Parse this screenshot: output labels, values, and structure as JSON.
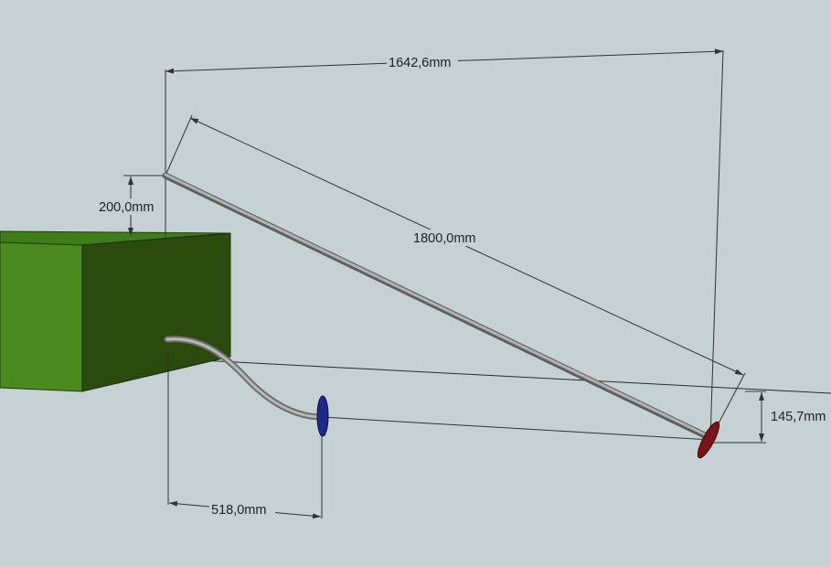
{
  "dimensions": {
    "top_width": "1642,6mm",
    "rod_length": "1800,0mm",
    "height_above_box": "200,0mm",
    "drop_right": "145,7mm",
    "hose_offset": "518,0mm"
  },
  "colors": {
    "background": "#c5d1d3",
    "box_top": "#3f7d1a",
    "box_front": "#4a8a1f",
    "box_side": "#2b4a0e",
    "rod": "#9a9a9a",
    "blue_disc": "#1c2a8c",
    "red_disc": "#7a1414",
    "dimension_line": "#333333"
  }
}
